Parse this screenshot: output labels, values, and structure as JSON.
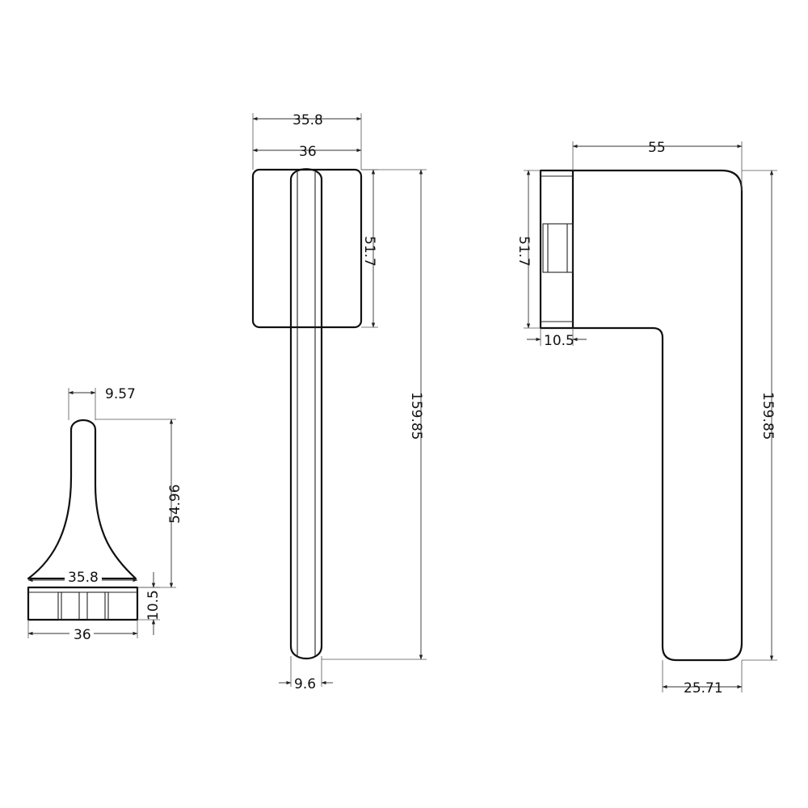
{
  "drawing": {
    "side_view": {
      "top_width": "9.57",
      "height": "54.96",
      "base_inner_width": "35.8",
      "base_thickness": "10.5",
      "base_outer_width": "36"
    },
    "front_view": {
      "rose_width_inner": "35.8",
      "rose_width_outer": "36",
      "rose_height": "51.7",
      "total_length": "159.85",
      "lever_width": "9.6"
    },
    "top_view": {
      "lever_reach": "55",
      "rose_height": "51.7",
      "rose_thickness": "10.5",
      "total_length": "159.85",
      "tip_width": "25.71"
    }
  }
}
